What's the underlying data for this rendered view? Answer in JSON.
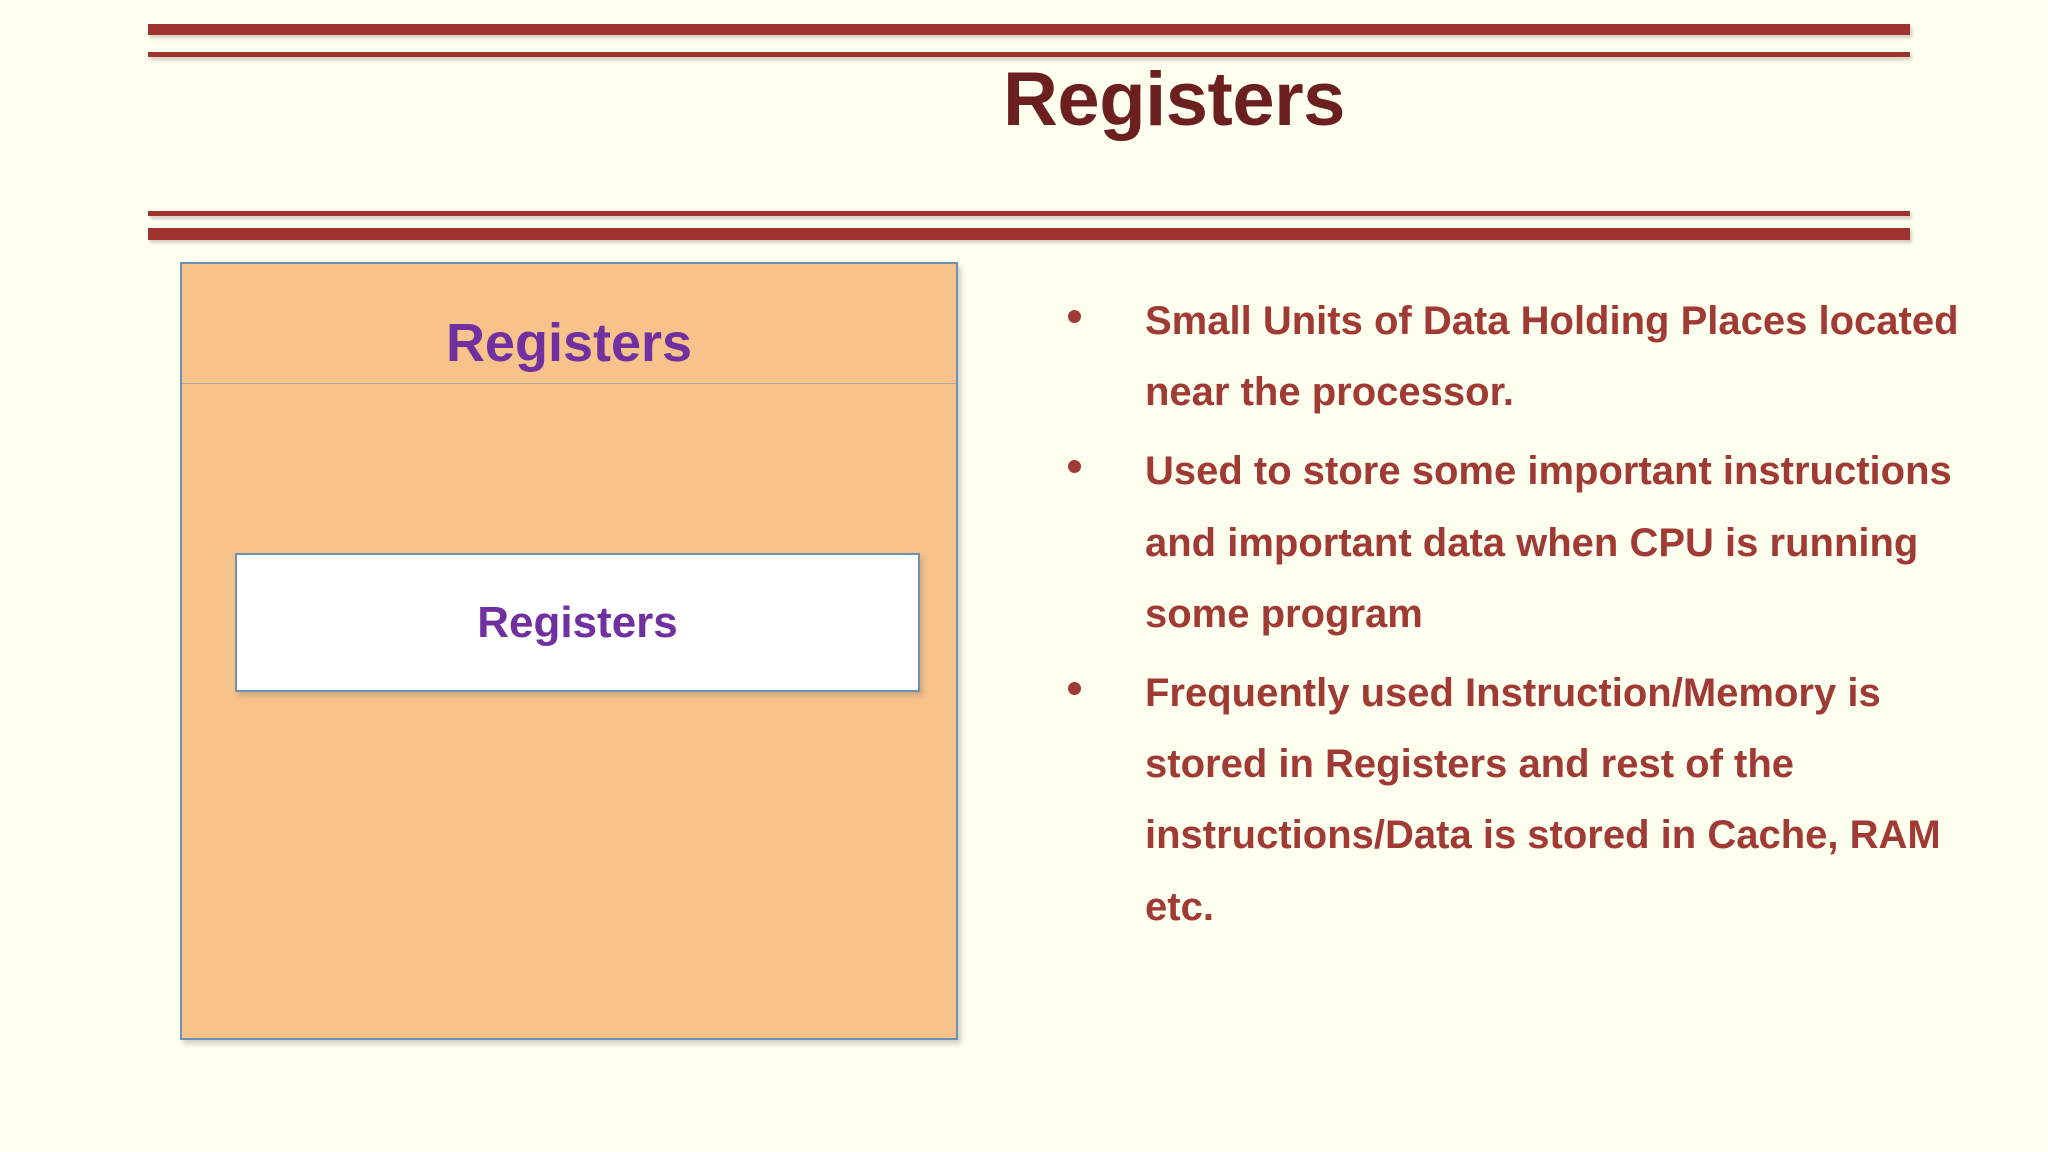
{
  "slide": {
    "background_color": "#FFFFF0",
    "title": "Registers",
    "title_color": "#6B1F1F",
    "rule_color": "#9E3330"
  },
  "diagram": {
    "outer_label": "Registers",
    "inner_label": "Registers",
    "outer_fill": "#F8C28B",
    "inner_fill": "#FFFFFF",
    "border_color": "#6D92B5",
    "label_color": "#7030A0"
  },
  "bullets": {
    "text_color": "#A03A35",
    "items": [
      "Small Units of Data Holding Places located near the processor.",
      "Used to store some important instructions and important data when CPU is running some program",
      "Frequently used Instruction/Memory is stored in Registers and rest of the instructions/Data is stored in Cache, RAM etc."
    ]
  }
}
